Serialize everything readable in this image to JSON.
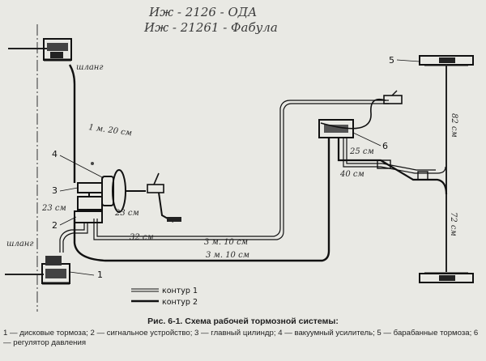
{
  "header": {
    "line1": "Иж - 2126 - ОДА",
    "line2": "Иж - 21261 - Фабула"
  },
  "callouts": [
    "1",
    "2",
    "3",
    "4",
    "5",
    "6"
  ],
  "pipe_labels": {
    "shlang_top": "шланг",
    "shlang_bottom": "шланг",
    "len_1m20": "1 м. 20 см",
    "len_23cm_left": "23 см",
    "len_23cm_right": "23 см",
    "len_32cm": "32 см",
    "len_3m10_upper": "3 м. 10 см",
    "len_3m10_lower": "3 м. 10 см",
    "len_25cm": "25 см",
    "len_40cm": "40 см",
    "len_82cm": "82 см",
    "len_72cm": "72 см"
  },
  "legend": {
    "circuit1": "контур 1",
    "circuit2": "контур 2"
  },
  "caption": {
    "title": "Рис. 6-1. Схема рабочей тормозной системы:",
    "body": "1 — дисковые тормоза; 2 — сигнальное устройство; 3 — главный цилиндр; 4 — вакуумный усилитель; 5 — барабанные тормоза; 6 — регулятор давления"
  },
  "colors": {
    "paper": "#e9e9e4",
    "ink": "#1e1e1e",
    "handwriting": "#2a2a2a"
  }
}
